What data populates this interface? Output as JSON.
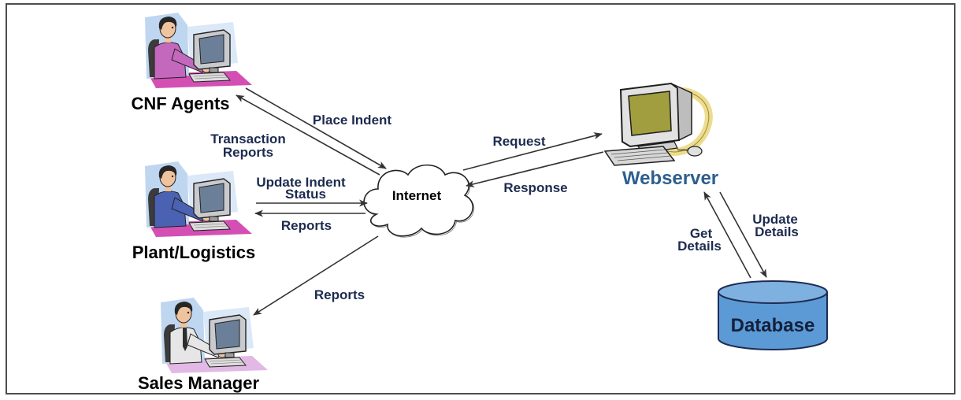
{
  "nodes": {
    "cnf_agents": {
      "label": "CNF Agents"
    },
    "plant_logistics": {
      "label": "Plant/Logistics"
    },
    "sales_manager": {
      "label": "Sales Manager"
    },
    "internet": {
      "label": "Internet"
    },
    "webserver": {
      "label": "Webserver"
    },
    "database": {
      "label": "Database"
    }
  },
  "edges": {
    "place_indent": {
      "lines": [
        "Place Indent"
      ]
    },
    "transaction_reports": {
      "lines": [
        "Transaction",
        "Reports"
      ]
    },
    "update_indent_status": {
      "lines": [
        "Update Indent",
        "Status"
      ]
    },
    "plant_reports": {
      "lines": [
        "Reports"
      ]
    },
    "sales_reports": {
      "lines": [
        "Reports"
      ]
    },
    "request": {
      "lines": [
        "Request"
      ]
    },
    "response": {
      "lines": [
        "Response"
      ]
    },
    "get_details": {
      "lines": [
        "Get",
        "Details"
      ]
    },
    "update_details": {
      "lines": [
        "Update",
        "Details"
      ]
    }
  },
  "icons": {
    "cnf_agents": "person-at-computer-icon",
    "plant_logistics": "person-at-computer-icon",
    "sales_manager": "person-at-computer-icon",
    "internet": "cloud-icon",
    "webserver": "desktop-computer-icon",
    "database": "database-cylinder-icon"
  },
  "colors": {
    "frame": "#4d4d4d",
    "arrow": "#333333",
    "node_label": "#000000",
    "edge_label": "#1c2b4f",
    "webserver_label": "#2d5f8e",
    "database_fill": "#5b9ad5",
    "database_top": "#7fb1e0",
    "database_label": "#15203b",
    "cnf_shirt": "#c468bd",
    "plant_shirt": "#4b62b3",
    "sales_shirt": "#e6e6e6",
    "floor_magenta": "#d44fb4",
    "floor_lavender": "#e2b8e4",
    "server_screen": "#a09e3e"
  }
}
